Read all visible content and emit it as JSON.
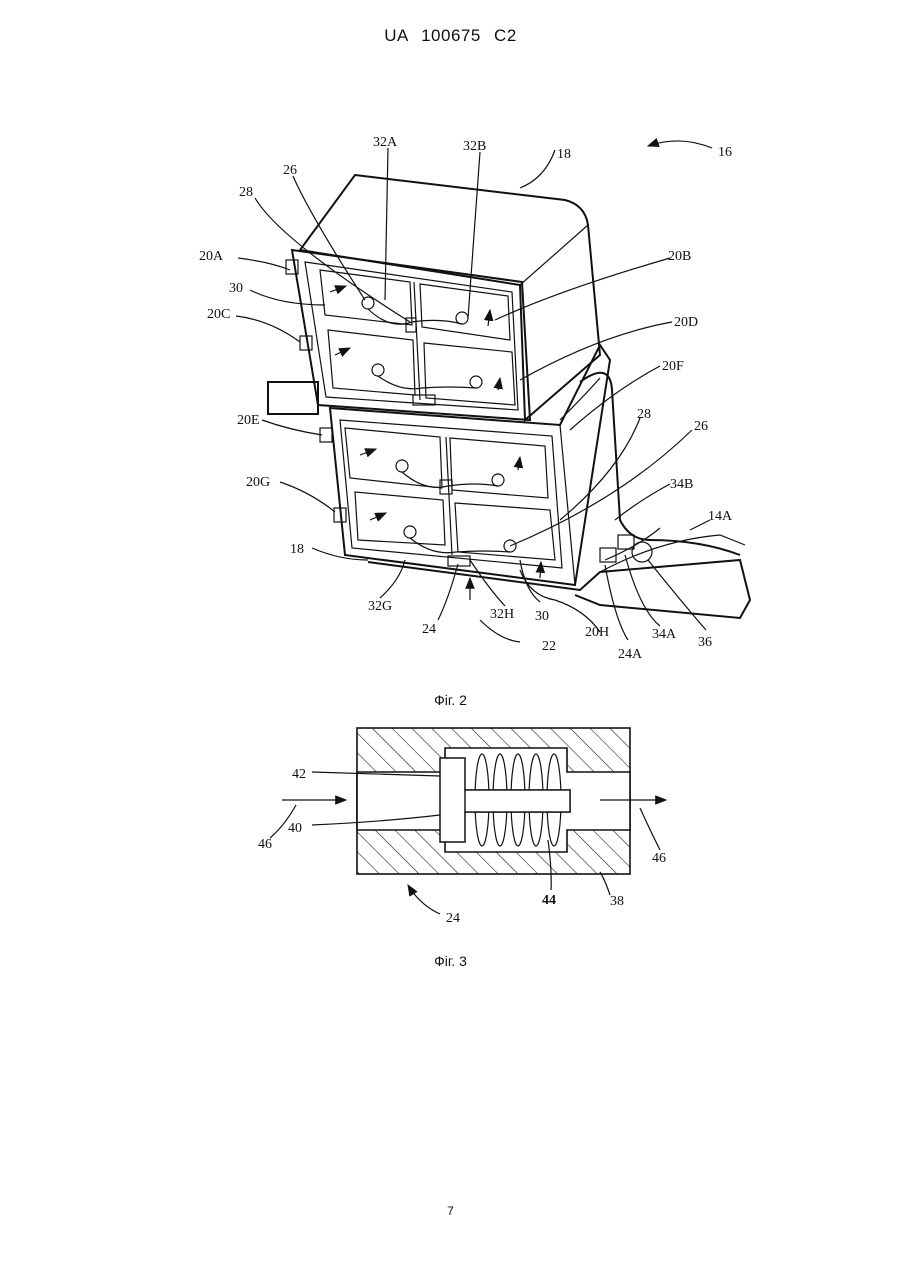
{
  "header": {
    "doc_id": "UA   100675   C2"
  },
  "figure2": {
    "caption": "Фіг. 2",
    "labels": {
      "l16": "16",
      "l18a": "18",
      "l18b": "18",
      "l32A": "32A",
      "l32B": "32B",
      "l26a": "26",
      "l28a": "28",
      "l20A": "20A",
      "l30a": "30",
      "l20C": "20C",
      "l20B": "20B",
      "l20D": "20D",
      "l20F": "20F",
      "l20E": "20E",
      "l28b": "28",
      "l26b": "26",
      "l20G": "20G",
      "l34B": "34B",
      "l14A": "14A",
      "l32G": "32G",
      "l24": "24",
      "l32H": "32H",
      "l30b": "30",
      "l22": "22",
      "l20H": "20H",
      "l24A": "24A",
      "l34A": "34A",
      "l36": "36"
    }
  },
  "figure3": {
    "caption": "Фіг. 3",
    "labels": {
      "l42": "42",
      "l40": "40",
      "l46a": "46",
      "l46b": "46",
      "l44": "44",
      "l38": "38",
      "l24": "24"
    }
  },
  "page_number": "7"
}
